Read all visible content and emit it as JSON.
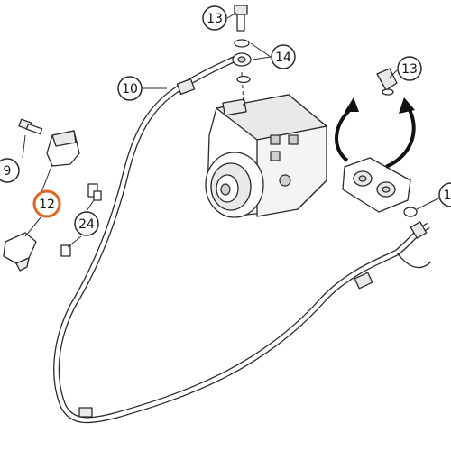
{
  "callouts": {
    "c9": "9",
    "c10": "10",
    "c12": "12",
    "c13a": "13",
    "c13b": "13",
    "c14": "14",
    "c24": "24",
    "c1x": "1"
  },
  "colors": {
    "highlight": "#e0651e",
    "line": "#2a2a2a"
  }
}
